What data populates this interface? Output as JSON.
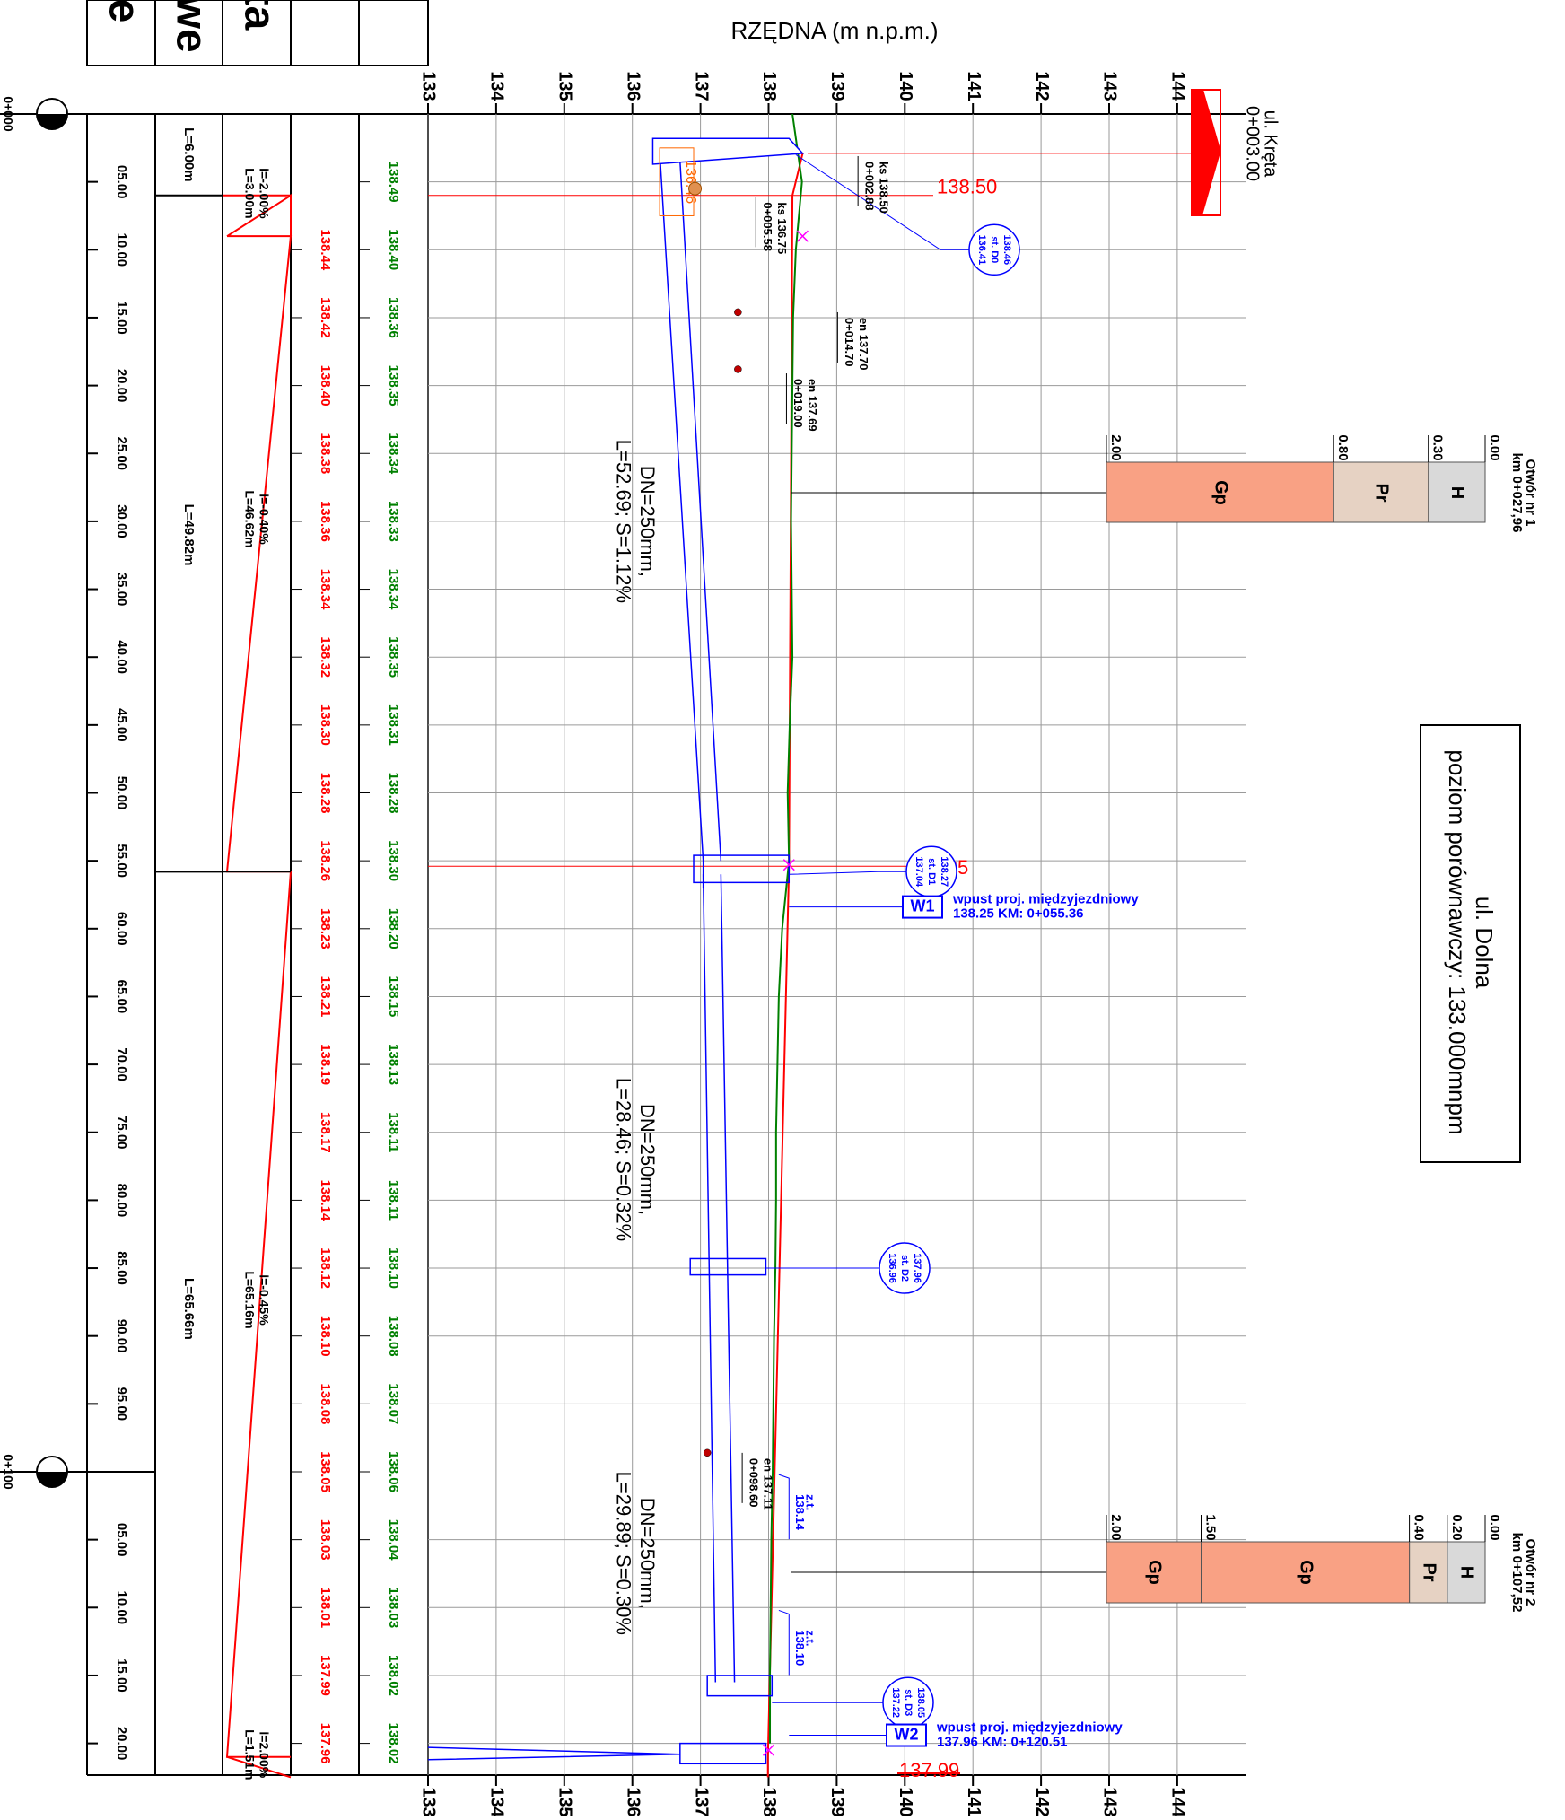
{
  "axis": {
    "title": "RZĘDNA (m n.p.m.)",
    "ticks": [
      "133",
      "134",
      "135",
      "136",
      "137",
      "138",
      "139",
      "140",
      "141",
      "142",
      "143",
      "144"
    ]
  },
  "header_cells": [
    "e",
    "owe",
    "ta"
  ],
  "chainage": {
    "km_labels": [
      "0+000",
      "0+100"
    ],
    "marks": [
      "05.00",
      "10.00",
      "15.00",
      "20.00",
      "25.00",
      "30.00",
      "35.00",
      "40.00",
      "45.00",
      "50.00",
      "55.00",
      "60.00",
      "65.00",
      "70.00",
      "75.00",
      "80.00",
      "85.00",
      "90.00",
      "95.00",
      "05.00",
      "10.00",
      "15.00",
      "20.00"
    ]
  },
  "section_lengths": [
    "L=6.00m",
    "L=49.82m",
    "L=65.66m"
  ],
  "slopes": [
    {
      "i": "i=-2.00%",
      "L": "L=3.00m"
    },
    {
      "i": "i=-0.40%",
      "L": "L=46.62m"
    },
    {
      "i": "i=-0.45%",
      "L": "L=65.16m"
    },
    {
      "i": "i=2.00%",
      "L": "L=1.51m"
    }
  ],
  "design_elev": [
    "138.44",
    "138.42",
    "138.40",
    "138.38",
    "138.36",
    "138.34",
    "138.32",
    "138.30",
    "138.28",
    "138.26",
    "138.23",
    "138.21",
    "138.19",
    "138.17",
    "138.14",
    "138.12",
    "138.10",
    "138.08",
    "138.05",
    "138.03",
    "138.01",
    "137.99",
    "137.96"
  ],
  "terrain_elev": [
    "138.49",
    "138.40",
    "138.36",
    "138.35",
    "138.34",
    "138.33",
    "138.34",
    "138.35",
    "138.31",
    "138.28",
    "138.30",
    "138.20",
    "138.15",
    "138.13",
    "138.11",
    "138.11",
    "138.10",
    "138.08",
    "138.07",
    "138.06",
    "138.04",
    "138.03",
    "138.02",
    "138.02"
  ],
  "pipes": [
    {
      "l1": "DN=250mm,",
      "l2": "L=52.69; S=1.12%"
    },
    {
      "l1": "DN=250mm,",
      "l2": "L=28.46; S=0.32%"
    },
    {
      "l1": "DN=250mm,",
      "l2": "L=29.89; S=0.30%"
    }
  ],
  "wells": [
    {
      "l1": "138.46",
      "l2": "st. D0",
      "l3": "136.41"
    },
    {
      "l1": "138.27",
      "l2": "st. D1",
      "l3": "137.04"
    },
    {
      "l1": "137.96",
      "l2": "st. D2",
      "l3": "136.96"
    },
    {
      "l1": "138.05",
      "l2": "st. D3",
      "l3": "137.22"
    }
  ],
  "inlets": [
    {
      "tag": "W1",
      "desc": "wpust proj. międzyjezdniowy",
      "val": "138.25 KM: 0+055.36"
    },
    {
      "tag": "W2",
      "desc": "wpust proj. międzyjezdniowy",
      "val": "137.96 KM: 0+120.51"
    }
  ],
  "point_labels": [
    {
      "a": "ks 138.50",
      "b": "0+002.88"
    },
    {
      "a": "ks 136.75",
      "b": "0+005.58"
    },
    {
      "a": "en 137.70",
      "b": "0+014.70"
    },
    {
      "a": "en 137.69",
      "b": "0+019.00"
    },
    {
      "a": "en 137.11",
      "b": "0+098.60"
    }
  ],
  "zt_labels": [
    {
      "a": "z.t.",
      "b": "138.14"
    },
    {
      "a": "z.t.",
      "b": "138.10"
    }
  ],
  "red_levels": [
    "138.50",
    "138.25",
    "137.99"
  ],
  "orange_label": "136.46",
  "street_start": {
    "name": "ul. Kręta",
    "km": "0+003.00"
  },
  "title_box": {
    "l1": "ul. Dolna",
    "l2": "poziom porównawczy: 133.000mnpm"
  },
  "boreholes": [
    {
      "title": "Otwór nr 1",
      "km": "km 0+027,96",
      "depths": [
        "0.00",
        "0.30",
        "0.80",
        "2.00"
      ],
      "layers": [
        "H",
        "Pr",
        "Gp"
      ]
    },
    {
      "title": "Otwór nr 2",
      "km": "km 0+107,52",
      "depths": [
        "0.00",
        "0.20",
        "0.40",
        "1.50",
        "2.00"
      ],
      "layers": [
        "H",
        "Pr",
        "Gp",
        "Gp"
      ]
    }
  ],
  "colors": {
    "grid": "#9a9a9a",
    "black": "#000000",
    "red": "#ff0000",
    "green": "#008000",
    "blue": "#0000ff",
    "soil_gp": "#f9a184",
    "soil_pr": "#e6d2c3",
    "soil_h": "#d9d9d9",
    "orange": "#ff6600"
  }
}
